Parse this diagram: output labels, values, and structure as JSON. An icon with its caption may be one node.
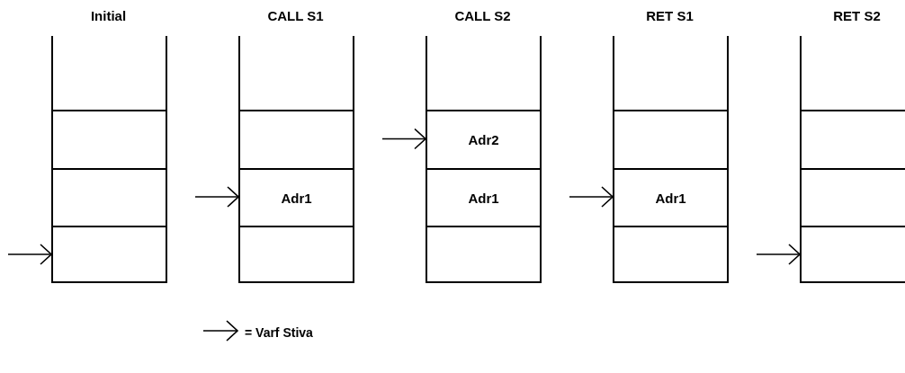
{
  "diagram": {
    "nodes": [
      {
        "text": [
          "Initial"
        ]
      },
      {
        "text": [],
        "shape": "box",
        "in": 0
      },
      {
        "text": [],
        "shape": "box",
        "in": 0
      },
      {
        "text": [],
        "shape": "box",
        "in": 0
      },
      {
        "text": [],
        "shape": "box",
        "in": 0
      },
      {
        "text": [
          "CALL S1"
        ]
      },
      {
        "text": [],
        "shape": "box",
        "in": 5
      },
      {
        "text": [],
        "shape": "box",
        "in": 5
      },
      {
        "text": [
          "Adr1"
        ],
        "in": 5
      },
      {
        "text": [],
        "shape": "box",
        "in": 5
      },
      {
        "text": [
          "CALL S2"
        ]
      },
      {
        "text": [],
        "shape": "box",
        "in": 10
      },
      {
        "text": [
          "Adr2"
        ],
        "in": 10
      },
      {
        "text": [
          "Adr1"
        ],
        "in": 10
      },
      {
        "text": [],
        "shape": "box",
        "in": 10
      },
      {
        "text": [
          "RET S1"
        ]
      },
      {
        "text": [],
        "shape": "box",
        "in": 15
      },
      {
        "text": [],
        "shape": "box",
        "in": 15
      },
      {
        "text": [
          "Adr1"
        ],
        "in": 15
      },
      {
        "text": [],
        "shape": "box",
        "in": 15
      },
      {
        "text": [
          "RET S2"
        ]
      },
      {
        "text": [],
        "shape": "box",
        "in": 20
      },
      {
        "text": [],
        "shape": "box",
        "in": 20
      },
      {
        "text": [],
        "shape": "box",
        "in": 20
      },
      {
        "text": [],
        "shape": "box",
        "in": 20
      }
    ],
    "edges": [
      {
        "from": null,
        "to": 4,
        "arrow": "to"
      },
      {
        "from": null,
        "to": 8,
        "arrow": "to"
      },
      {
        "from": null,
        "to": 12,
        "arrow": "to"
      },
      {
        "from": null,
        "to": 18,
        "arrow": "to"
      },
      {
        "from": null,
        "to": 24,
        "arrow": "to"
      }
    ],
    "legend": [
      {
        "text": "= Varf Stiva"
      }
    ]
  }
}
